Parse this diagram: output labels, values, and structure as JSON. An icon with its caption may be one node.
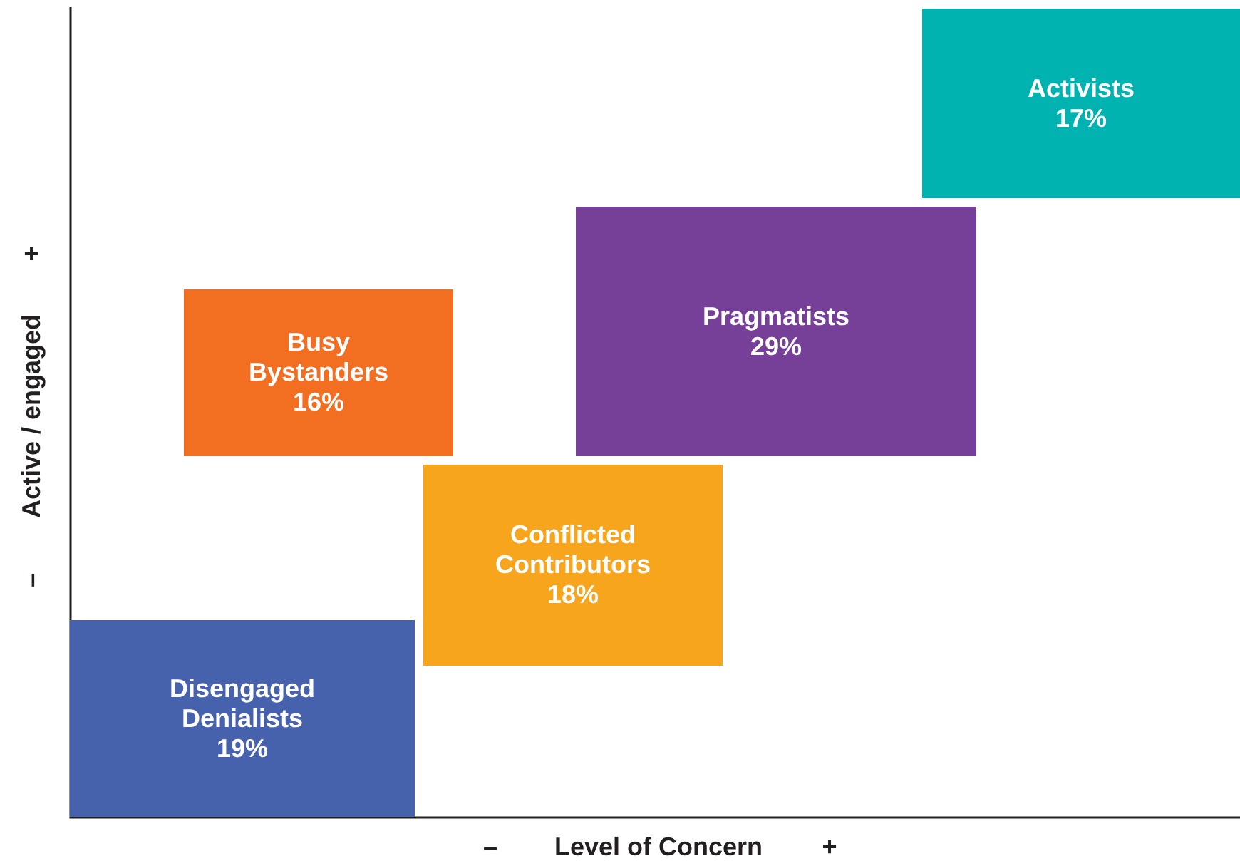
{
  "diagram": {
    "nodes": [
      {
        "text": [
          "Activists",
          "17%"
        ]
      },
      {
        "text": [
          "Pragmatists",
          "29%"
        ]
      },
      {
        "text": [
          "Busy Bystanders",
          "16%"
        ]
      },
      {
        "text": [
          "Conflicted Contributors",
          "18%"
        ]
      },
      {
        "text": [
          "Disengaged Denialists",
          "19%"
        ]
      }
    ],
    "labels": [
      "–",
      "Level of Concern",
      "+",
      "–",
      "Active / engaged",
      "+"
    ]
  }
}
